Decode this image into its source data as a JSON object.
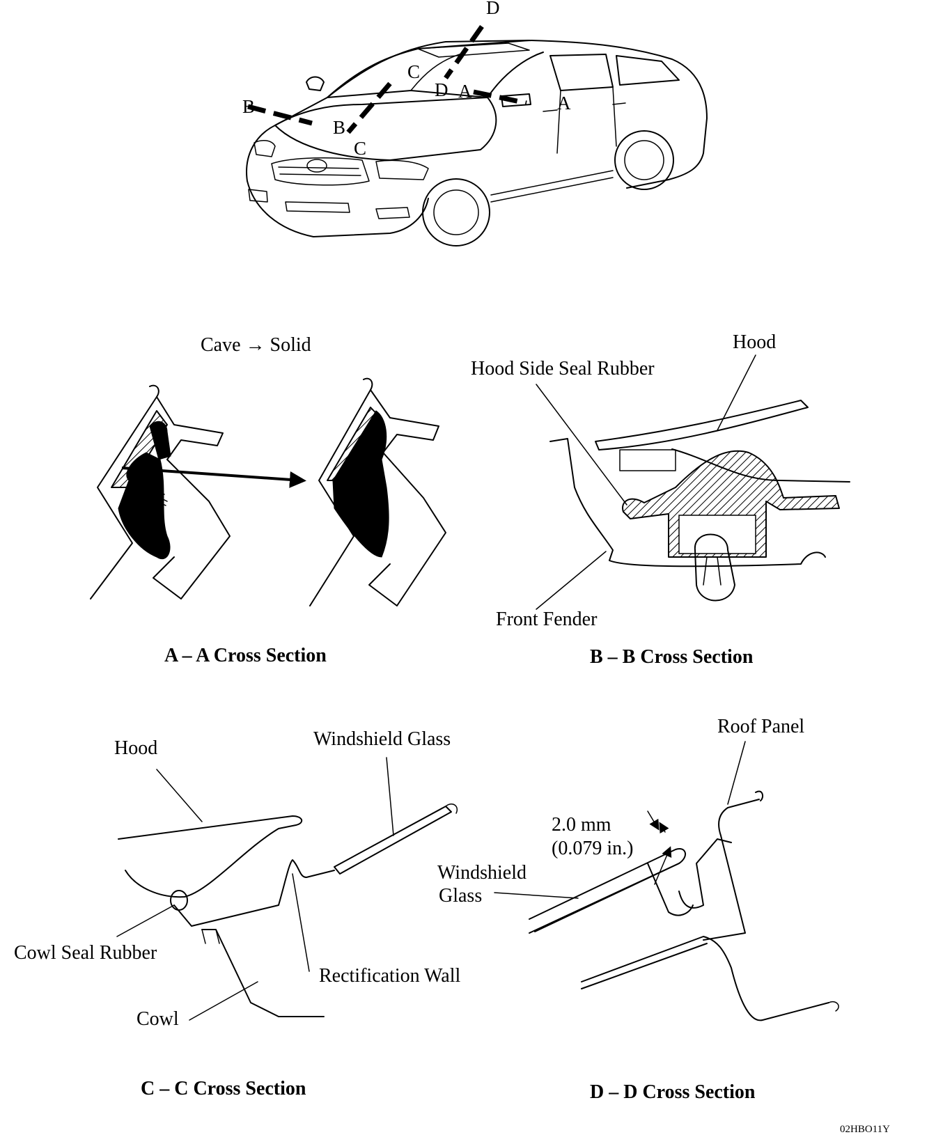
{
  "car_markers": {
    "a_upper": "A",
    "a_lower": "A",
    "b_upper": "B",
    "b_lower": "B",
    "c_upper": "C",
    "c_lower": "C",
    "d_upper": "D",
    "d_lower": "D"
  },
  "section_a": {
    "caption": "Cave → Solid",
    "title": "A – A Cross Section"
  },
  "section_b": {
    "hood": "Hood",
    "hood_side_seal_rubber": "Hood Side Seal Rubber",
    "front_fender": "Front Fender",
    "title": "B – B Cross Section"
  },
  "section_c": {
    "hood": "Hood",
    "windshield_glass": "Windshield Glass",
    "cowl_seal_rubber": "Cowl Seal Rubber",
    "rectification_wall": "Rectification Wall",
    "cowl": "Cowl",
    "title": "C – C Cross Section"
  },
  "section_d": {
    "roof_panel": "Roof Panel",
    "gap_mm": "2.0 mm",
    "gap_in": "(0.079 in.)",
    "windshield_line1": "Windshield",
    "windshield_line2": "Glass",
    "title": "D – D Cross Section"
  },
  "figure_code": "02HBO11Y"
}
